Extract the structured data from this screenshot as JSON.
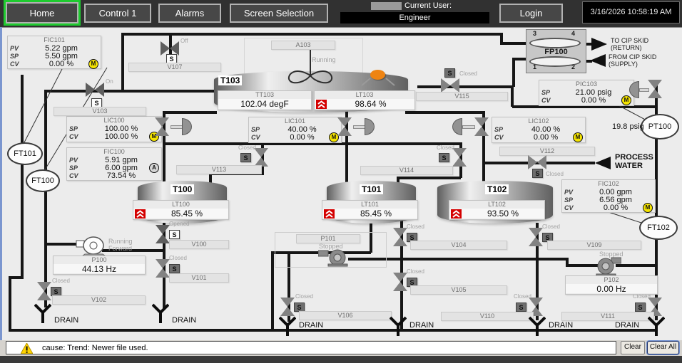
{
  "header": {
    "buttons": [
      {
        "label": "Home"
      },
      {
        "label": "Control 1"
      },
      {
        "label": "Alarms"
      },
      {
        "label": "Screen Selection"
      }
    ],
    "current_user_label": "Current User:",
    "current_user": "Engineer",
    "login_label": "Login",
    "datetime": "3/16/2026 10:58:19 AM"
  },
  "row_labels": {
    "pv": "PV",
    "sp": "SP",
    "cv": "CV"
  },
  "panels": {
    "fic101": {
      "title": "FIC101",
      "pv": "5.22 gpm",
      "sp": "5.50 gpm",
      "cv": "0.00 %",
      "mode": "M"
    },
    "lic100": {
      "title": "LIC100",
      "sp": "100.00 %",
      "cv": "100.00 %",
      "mode": "M"
    },
    "fic100": {
      "title": "FIC100",
      "pv": "5.91 gpm",
      "sp": "6.00 gpm",
      "cv": "73.54 %",
      "mode": "A"
    },
    "lic101": {
      "title": "LIC101",
      "sp": "40.00 %",
      "cv": "0.00 %",
      "mode": "M"
    },
    "lic102": {
      "title": "LIC102",
      "sp": "40.00 %",
      "cv": "0.00 %",
      "mode": "M"
    },
    "pic103": {
      "title": "PIC103",
      "sp": "21.00 psig",
      "cv": "0.00 %",
      "mode": "M"
    },
    "fic102": {
      "title": "FIC102",
      "pv": "0.00 gpm",
      "sp": "6.56 gpm",
      "cv": "0.00 %",
      "mode": "M"
    }
  },
  "tanks": {
    "t103": {
      "label": "T103",
      "agitator": {
        "label": "A103",
        "status": "Running"
      },
      "tt103": {
        "title": "TT103",
        "value": "102.04 degF"
      },
      "lt103": {
        "title": "LT103",
        "value": "98.64 %"
      }
    },
    "t100": {
      "label": "T100",
      "lt": {
        "title": "LT100",
        "value": "85.45 %"
      }
    },
    "t101": {
      "label": "T101",
      "lt": {
        "title": "LT101",
        "value": "85.45 %"
      }
    },
    "t102": {
      "label": "T102",
      "lt": {
        "title": "LT102",
        "value": "93.50 %"
      }
    }
  },
  "valves": {
    "v100": {
      "label": "V100",
      "state": "Opened"
    },
    "v101": {
      "label": "V101",
      "state": "Closed"
    },
    "v102": {
      "label": "V102",
      "state": "Closed"
    },
    "v103": {
      "label": "V103",
      "state": "On"
    },
    "v104": {
      "label": "V104",
      "state": "Closed"
    },
    "v105": {
      "label": "V105",
      "state": "Closed"
    },
    "v106": {
      "label": "V106",
      "state": "Closed"
    },
    "v107": {
      "label": "V107",
      "state": "Off"
    },
    "v109": {
      "label": "V109",
      "state": "Closed"
    },
    "v110": {
      "label": "V110",
      "state": "Closed"
    },
    "v111": {
      "label": "V111",
      "state": "Closed"
    },
    "v112": {
      "label": "V112",
      "state": "Closed"
    },
    "v113": {
      "label": "V113",
      "state": "Closed"
    },
    "v114": {
      "label": "V114",
      "state": "Closed"
    },
    "v115": {
      "label": "V115",
      "state": "Closed"
    }
  },
  "pumps": {
    "p100": {
      "label": "P100",
      "status_line1": "Running",
      "status_line2": "Forward",
      "value": "44.13 Hz"
    },
    "p101": {
      "label": "P101",
      "status": "Stopped"
    },
    "p102": {
      "label": "P102",
      "status": "Stopped",
      "value": "0.00 Hz"
    }
  },
  "instruments": {
    "ft101": "FT101",
    "ft100": "FT100",
    "pt100": "PT100",
    "ft102": "FT102",
    "pt100_reading": "19.8 psig"
  },
  "fp100": {
    "label": "FP100",
    "port1": "1",
    "port2": "2",
    "port3": "3",
    "port4": "4",
    "to_cip_line1": "TO CIP SKID",
    "to_cip_line2": "(RETURN)",
    "from_cip_line1": "FROM CIP SKID",
    "from_cip_line2": "(SUPPLY)"
  },
  "annotations": {
    "process_water_line1": "PROCESS",
    "process_water_line2": "WATER",
    "drain": "DRAIN",
    "valve_s": "S"
  },
  "alarm_bar": {
    "message": "cause: Trend: Newer file used.",
    "clear": "Clear",
    "clear_all": "Clear All"
  },
  "colors": {
    "alarm_red": "#d40000",
    "mode_yellow": "#f4e300",
    "home_green": "#1ecb2f",
    "header_bg": "#313131"
  }
}
